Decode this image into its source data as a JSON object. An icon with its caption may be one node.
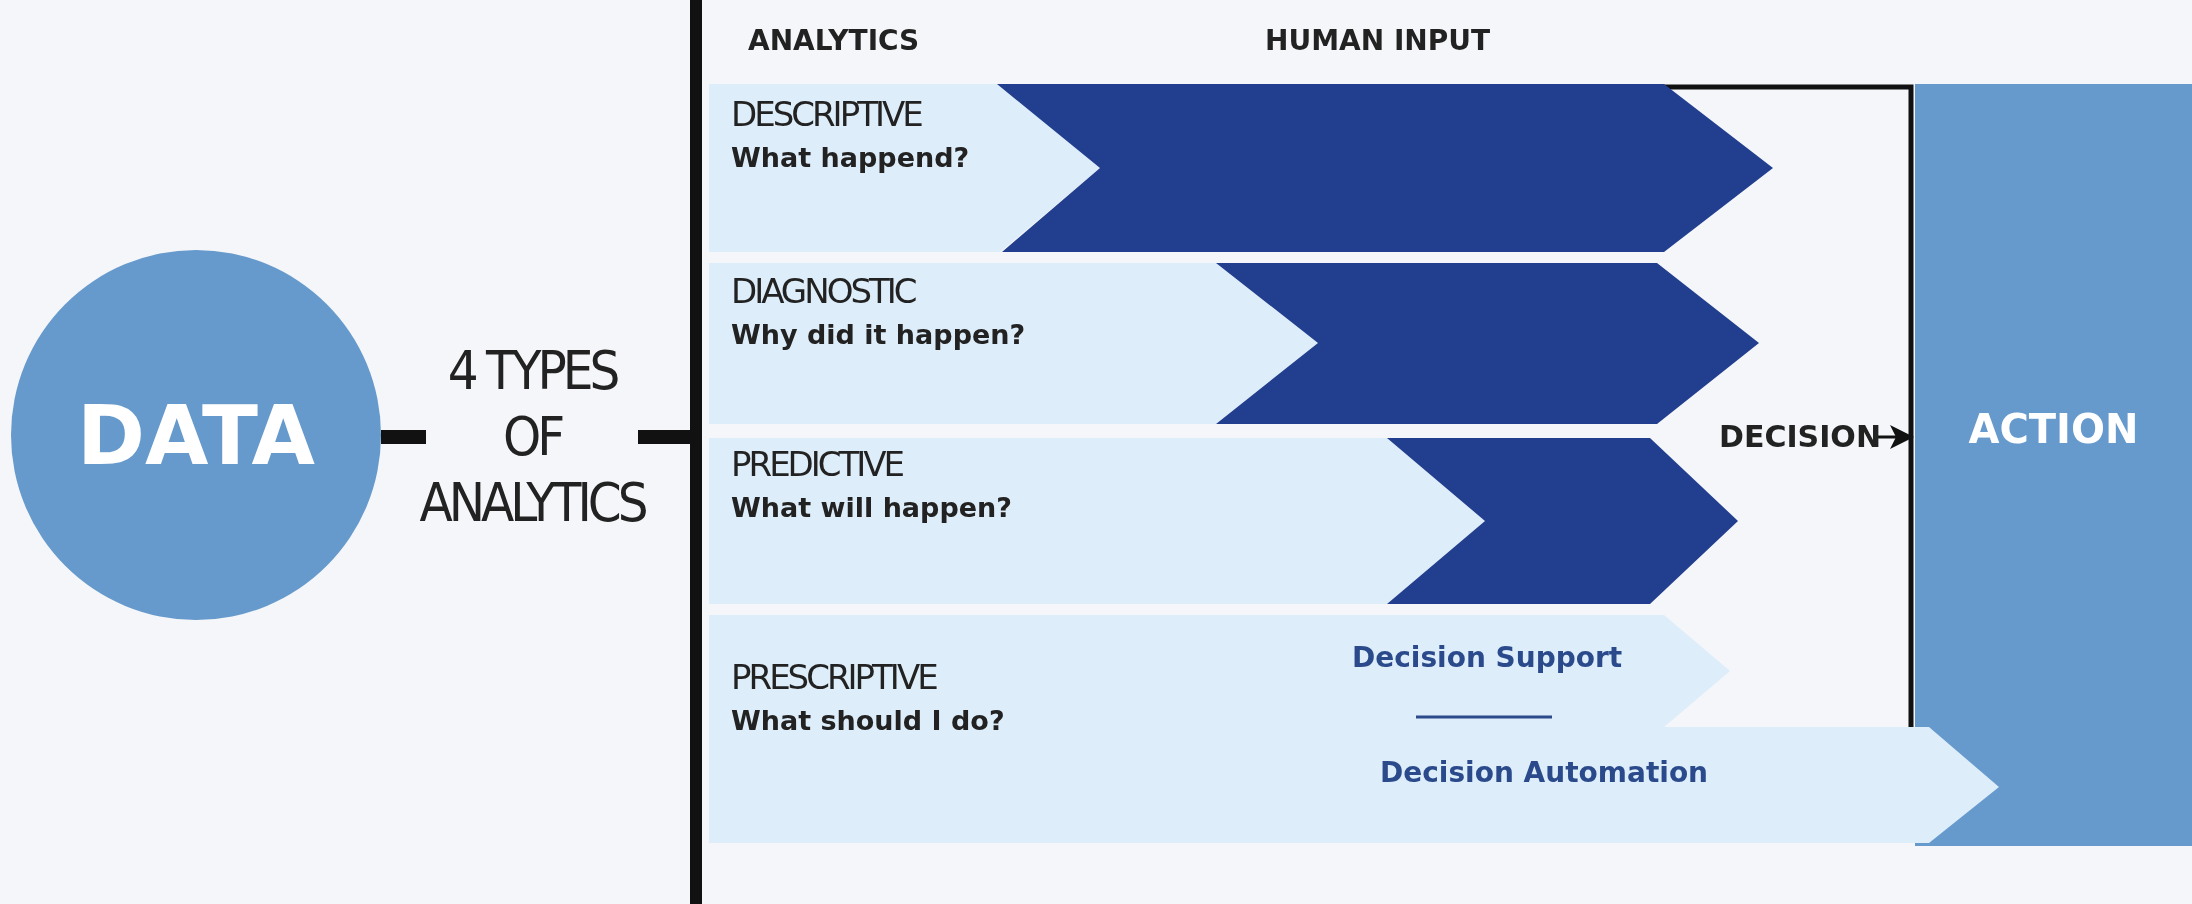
{
  "diagram": {
    "nodes": [
      {
        "text": [
          "DATA"
        ]
      },
      {
        "text": [
          "4 TYPES OF ANALYTICS"
        ]
      },
      {
        "text": [],
        "shape": "bar"
      },
      {
        "text": [
          "DESCRIPTIVE",
          "What happend?"
        ]
      },
      {
        "text": [
          "DIAGNOSTIC",
          "Why did it happen?"
        ]
      },
      {
        "text": [
          "PREDICTIVE",
          "What will happen?"
        ]
      },
      {
        "text": [
          "PRESCRIPTIVE",
          "What should I do?"
        ]
      },
      {
        "text": [
          "DECISION"
        ]
      },
      {
        "text": [
          "ACTION"
        ]
      }
    ],
    "edges": [
      {
        "from": 0,
        "to": 1,
        "arrow": "none",
        "style": "thick"
      },
      {
        "from": 1,
        "to": 2,
        "arrow": "none",
        "style": "thick"
      },
      {
        "from": 7,
        "to": 8,
        "arrow": "to"
      }
    ],
    "labels": [
      "ANALYTICS",
      "HUMAN INPUT",
      "Decision Support",
      "Decision Automation"
    ]
  }
}
